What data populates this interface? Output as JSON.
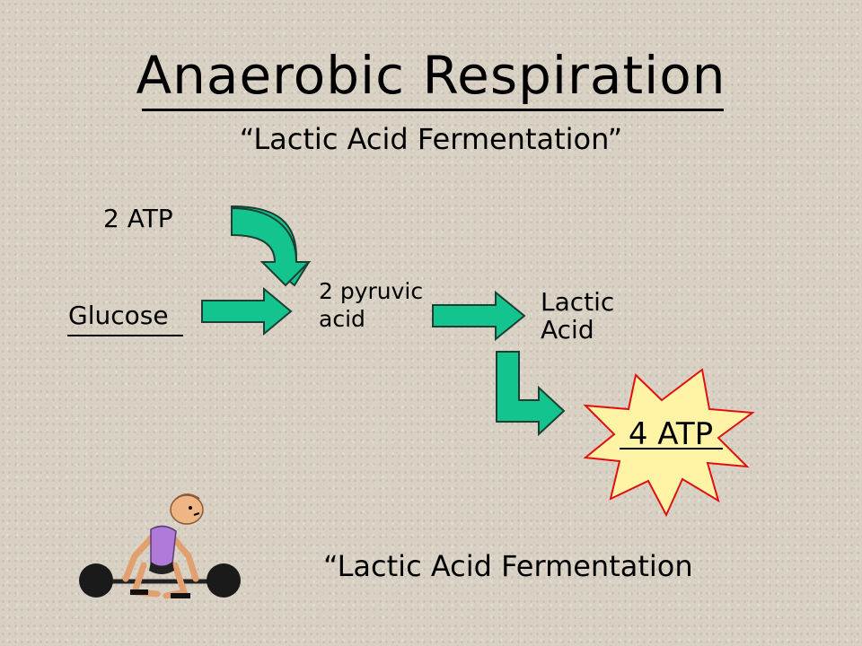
{
  "slide": {
    "title": "Anaerobic Respiration",
    "subtitle": "“Lactic Acid Fermentation”",
    "footer": "“Lactic Acid Fermentation"
  },
  "diagram": {
    "input_atp": "2 ATP",
    "glucose": "Glucose",
    "pyruvic_line1": "2 pyruvic",
    "pyruvic_line2": "acid",
    "lactic_line1": "Lactic",
    "lactic_line2": "Acid",
    "output_atp": "4 ATP"
  },
  "colors": {
    "arrow_fill": "#13c48f",
    "arrow_stroke": "#1c3f33",
    "starburst_fill": "#fff3a6",
    "starburst_stroke": "#e01010",
    "background": "#d9d2c4"
  },
  "icons": [
    "weightlifter-clipart"
  ]
}
